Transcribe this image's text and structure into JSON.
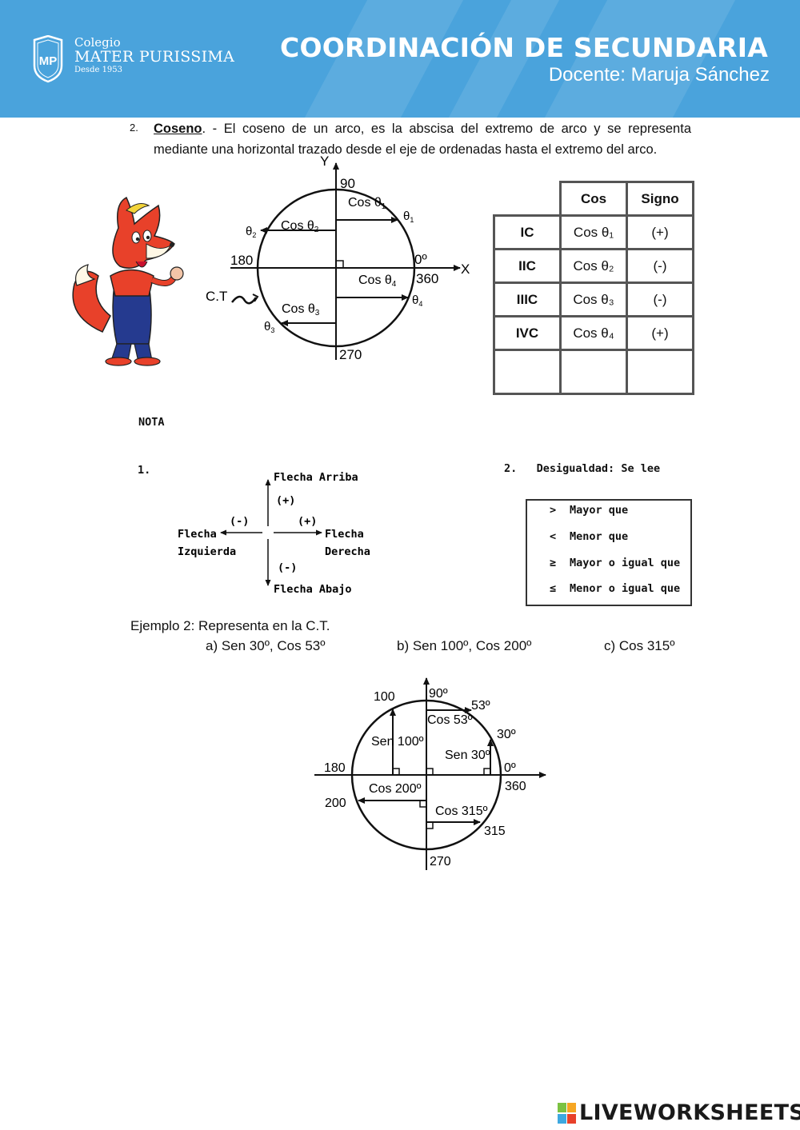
{
  "header": {
    "school_line1": "Colegio",
    "school_line2": "MATER PURISSIMA",
    "school_line3": "Desde 1953",
    "logo_letters": "MP",
    "department": "COORDINACIÓN DE SECUNDARIA",
    "teacher": "Docente: Maruja Sánchez",
    "color": "#4aa3dc"
  },
  "section": {
    "number": "2.",
    "keyword": "Coseno",
    "text": ". - El coseno de un arco, es la abscisa del extremo de arco y se representa mediante una horizontal trazado desde el eje de ordenadas hasta el extremo del arco."
  },
  "circle1": {
    "y_axis": "Y",
    "x_axis": "X",
    "deg90": "90",
    "deg180": "180",
    "deg0": "0º",
    "deg360": "360",
    "deg270": "270",
    "ct_label": "C.T",
    "cos1": "Cos θ",
    "cos2": "Cos θ",
    "cos3": "Cos θ",
    "cos4": "Cos θ",
    "theta": "θ",
    "sub1": "1",
    "sub2": "2",
    "sub3": "3",
    "sub4": "4"
  },
  "table": {
    "headers": [
      "Cos",
      "Signo"
    ],
    "rows": [
      {
        "quadrant": "IC",
        "cos": "Cos θ₁",
        "sign": "(+)"
      },
      {
        "quadrant": "IIC",
        "cos": "Cos θ₂",
        "sign": "(-)"
      },
      {
        "quadrant": "IIIC",
        "cos": "Cos θ₃",
        "sign": "(-)"
      },
      {
        "quadrant": "IVC",
        "cos": "Cos θ₄",
        "sign": "(+)"
      }
    ]
  },
  "notes": {
    "title": "NOTA",
    "note1_num": "1.",
    "arrow_up": "Flecha Arriba",
    "arrow_down": "Flecha Abajo",
    "arrow_left_1": "Flecha",
    "arrow_left_2": "Izquierda",
    "arrow_right_1": "Flecha",
    "arrow_right_2": "Derecha",
    "plus": "(+)",
    "minus": "(-)",
    "note2_num": "2.",
    "note2_title": "Desigualdad: Se lee",
    "inequalities": [
      {
        "symbol": ">",
        "text": "Mayor que"
      },
      {
        "symbol": "<",
        "text": "Menor que"
      },
      {
        "symbol": "≥",
        "text": "Mayor o igual que"
      },
      {
        "symbol": "≤",
        "text": "Menor o igual que"
      }
    ]
  },
  "example": {
    "title": "Ejemplo 2:  Representa en la C.T.",
    "a": "a) Sen 30º, Cos 53º",
    "b": "b) Sen 100º, Cos 200º",
    "c": "c) Cos 315º"
  },
  "circle2": {
    "deg90": "90º",
    "deg180": "180",
    "deg0": "0º",
    "deg360": "360",
    "deg270": "270",
    "label100": "100",
    "label53": "53º",
    "label30": "30º",
    "label200": "200",
    "label315": "315",
    "cos53": "Cos 53º",
    "sen100": "Sen 100º",
    "sen30": "Sen 30º",
    "cos200": "Cos 200º",
    "cos315": "Cos 315º"
  },
  "footer": {
    "brand": "LIVEWORKSHEETS",
    "brand_icon": "liveworksheets-logo-icon"
  }
}
